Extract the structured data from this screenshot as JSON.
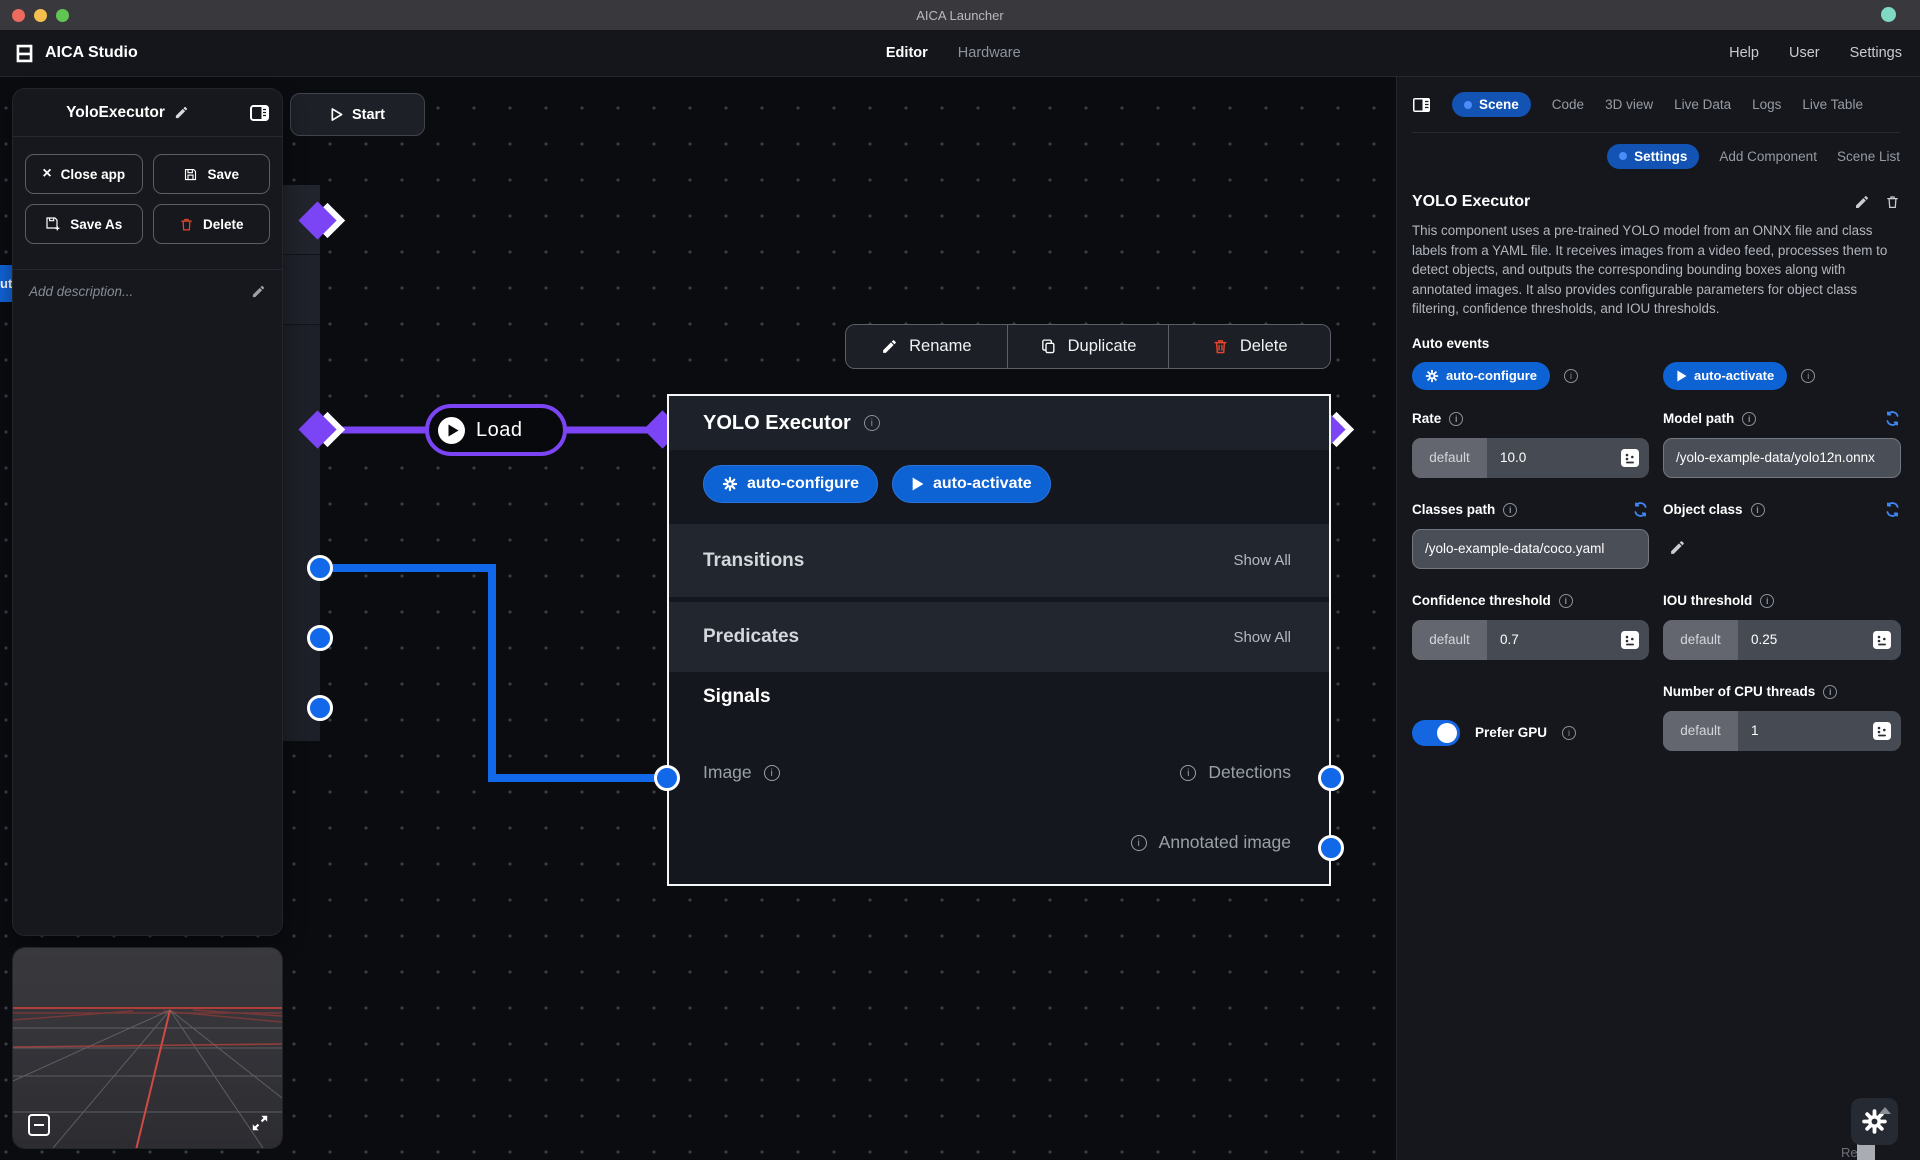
{
  "window": {
    "title": "AICA Launcher"
  },
  "header": {
    "app_name": "AICA Studio",
    "nav": {
      "editor": "Editor",
      "hardware": "Hardware"
    },
    "links": {
      "help": "Help",
      "user": "User",
      "settings": "Settings"
    }
  },
  "left_panel": {
    "title": "YoloExecutor",
    "buttons": {
      "close_app": "Close app",
      "save": "Save",
      "save_as": "Save As",
      "delete": "Delete"
    },
    "description_placeholder": "Add description..."
  },
  "canvas": {
    "start_button": "Start",
    "clipped_tab_text": "ut",
    "load_edge": {
      "label": "Load"
    },
    "context_menu": {
      "rename": "Rename",
      "duplicate": "Duplicate",
      "delete": "Delete"
    },
    "node": {
      "title": "YOLO Executor",
      "buttons": {
        "auto_configure": "auto-configure",
        "auto_activate": "auto-activate"
      },
      "sections": {
        "transitions": {
          "label": "Transitions",
          "action": "Show All"
        },
        "predicates": {
          "label": "Predicates",
          "action": "Show All"
        }
      },
      "signals": {
        "header": "Signals",
        "input": "Image",
        "outputs": {
          "detections": "Detections",
          "annotated_image": "Annotated image"
        }
      }
    }
  },
  "right_panel": {
    "tabs": [
      "Scene",
      "Code",
      "3D view",
      "Live Data",
      "Logs",
      "Live Table"
    ],
    "active_tab": "Scene",
    "subtabs": [
      "Settings",
      "Add Component",
      "Scene List"
    ],
    "active_subtab": "Settings",
    "component": {
      "title": "YOLO Executor",
      "description": "This component uses a pre-trained YOLO model from an ONNX file and class labels from a YAML file. It receives images from a video feed, processes them to detect objects, and outputs the corresponding bounding boxes along with annotated images. It also provides configurable parameters for object class filtering, confidence thresholds, and IOU thresholds."
    },
    "auto_events": {
      "label": "Auto events",
      "auto_configure": "auto-configure",
      "auto_activate": "auto-activate"
    },
    "params": {
      "rate": {
        "label": "Rate",
        "default_tag": "default",
        "value": "10.0"
      },
      "model_path": {
        "label": "Model path",
        "value": "/yolo-example-data/yolo12n.onnx"
      },
      "classes_path": {
        "label": "Classes path",
        "value": "/yolo-example-data/coco.yaml"
      },
      "object_class": {
        "label": "Object class"
      },
      "confidence_threshold": {
        "label": "Confidence threshold",
        "default_tag": "default",
        "value": "0.7"
      },
      "iou_threshold": {
        "label": "IOU threshold",
        "default_tag": "default",
        "value": "0.25"
      },
      "prefer_gpu": {
        "label": "Prefer GPU",
        "enabled": true
      },
      "cpu_threads": {
        "label": "Number of CPU threads",
        "default_tag": "default",
        "value": "1"
      }
    },
    "clipped_text": "Re"
  },
  "colors": {
    "accent_purple": "#7b45f5",
    "accent_blue": "#1168e8",
    "button_blue": "#0d62d4",
    "tab_blue": "#1253b4",
    "danger_red": "#e8442e"
  }
}
